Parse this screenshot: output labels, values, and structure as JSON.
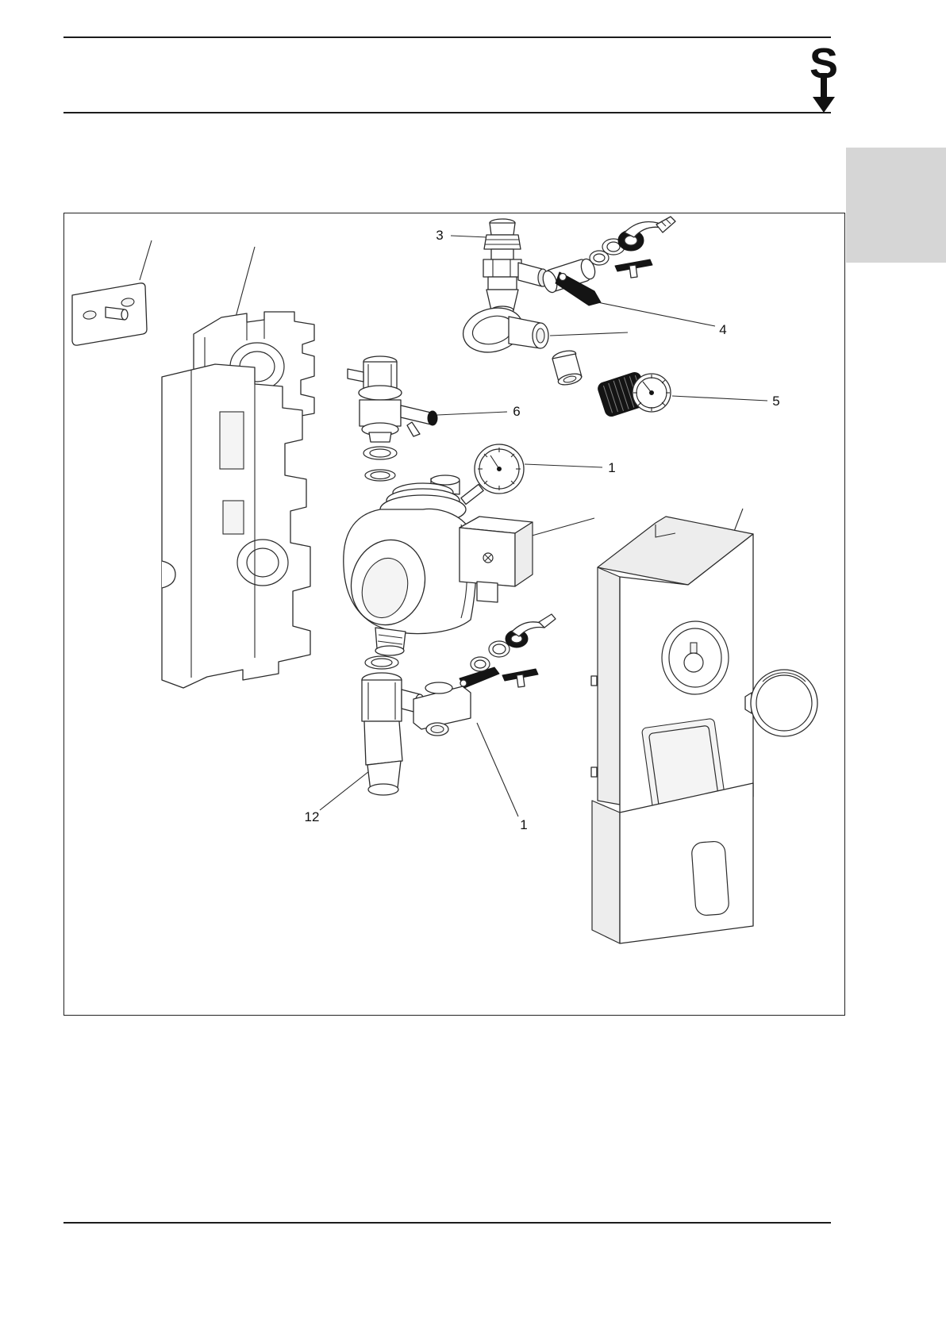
{
  "page": {
    "background": "#ffffff"
  },
  "header": {
    "icon_name": "s-down-arrow-icon",
    "icon_glyph": "S"
  },
  "side_tab": {
    "color": "#d6d6d6"
  },
  "diagram": {
    "callouts": [
      {
        "label": "3"
      },
      {
        "label": "4"
      },
      {
        "label": "5"
      },
      {
        "label": "6"
      },
      {
        "label": "1"
      },
      {
        "label": "12"
      },
      {
        "label": "1"
      }
    ]
  },
  "colors": {
    "line": "#262626",
    "dark_fill": "#141414",
    "tab_gray": "#d6d6d6"
  }
}
